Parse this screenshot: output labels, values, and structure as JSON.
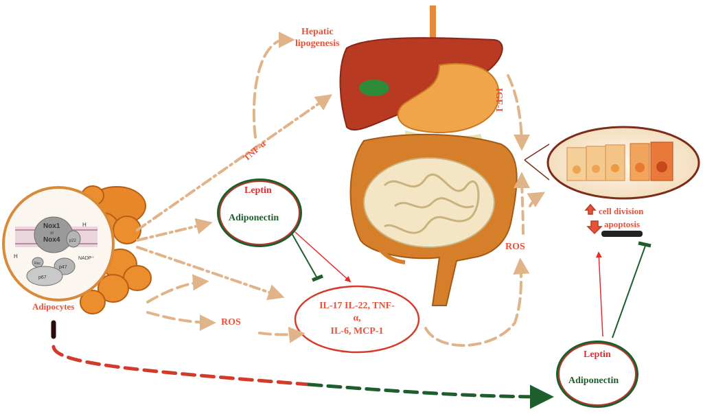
{
  "labels": {
    "hepatic": "Hepatic\nlipogenesis",
    "igf": "IGF-I",
    "tnf": "TNF-α",
    "ros_left": "ROS",
    "ros_right": "ROS",
    "adipocytes": "Adipocytes",
    "cytokines_line1": "IL-17 IL-22, TNF-",
    "cytokines_line2": "α,",
    "cytokines_line3": "IL-6, MCP-1",
    "leptin_top": "Leptin",
    "adiponectin_top": "Adiponectin",
    "leptin_bottom": "Leptin",
    "adiponectin_bottom": "Adiponectin",
    "cell_division": "cell division",
    "apoptosis": "apoptosis"
  },
  "cell_inset": {
    "nox1": "Nox1",
    "or": "or",
    "nox4": "Nox4",
    "p22": "p22",
    "rac": "Rac",
    "p47": "p47",
    "p67": "p67",
    "nadp": "NADP⁺",
    "h_left": "H",
    "h_top": "H"
  },
  "colors": {
    "text_orange": "#e8513a",
    "text_green": "#1e5e2c",
    "dash_orange": "#e0b388",
    "inhibit_green": "#1e5e2c",
    "activate_red": "#e02d2d",
    "liver": "#b83a22",
    "intestine": "#d67f2a"
  }
}
